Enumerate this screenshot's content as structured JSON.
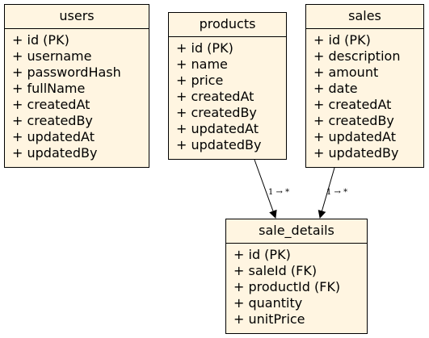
{
  "entities": {
    "users": {
      "title": "users",
      "fields": [
        "+ id (PK)",
        "+ username",
        "+ passwordHash",
        "+ fullName",
        "+ createdAt",
        "+ createdBy",
        "+ updatedAt",
        "+ updatedBy"
      ]
    },
    "products": {
      "title": "products",
      "fields": [
        "+ id (PK)",
        "+ name",
        "+ price",
        "+ createdAt",
        "+ createdBy",
        "+ updatedAt",
        "+ updatedBy"
      ]
    },
    "sales": {
      "title": "sales",
      "fields": [
        "+ id (PK)",
        "+ description",
        "+ amount",
        "+ date",
        "+ createdAt",
        "+ createdBy",
        "+ updatedAt",
        "+ updatedBy"
      ]
    },
    "sale_details": {
      "title": "sale_details",
      "fields": [
        "+ id (PK)",
        "+ saleId (FK)",
        "+ productId (FK)",
        "+ quantity",
        "+ unitPrice"
      ]
    }
  },
  "relationships": [
    {
      "from": "products",
      "to": "sale_details",
      "label": "1 → *"
    },
    {
      "from": "sales",
      "to": "sale_details",
      "label": "1 → *"
    }
  ],
  "colors": {
    "entity_fill": "#fff5e1",
    "stroke": "#000000",
    "text": "#000000"
  }
}
